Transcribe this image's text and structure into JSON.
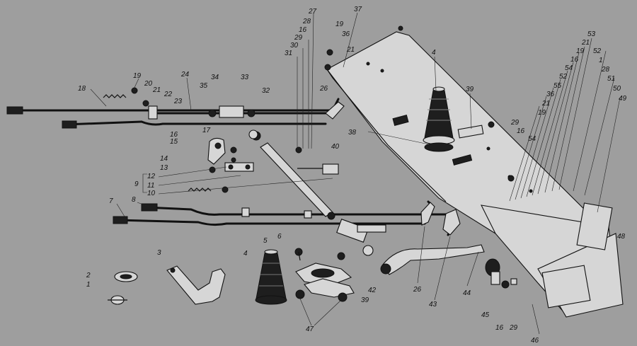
{
  "labels": [
    {
      "t": "1"
    },
    {
      "t": "2"
    },
    {
      "t": "3"
    },
    {
      "t": "4"
    },
    {
      "t": "5"
    },
    {
      "t": "6"
    },
    {
      "t": "7"
    },
    {
      "t": "8"
    },
    {
      "t": "9"
    },
    {
      "t": "10"
    },
    {
      "t": "11"
    },
    {
      "t": "12"
    },
    {
      "t": "13"
    },
    {
      "t": "14"
    },
    {
      "t": "15"
    },
    {
      "t": "16"
    },
    {
      "t": "17"
    },
    {
      "t": "18"
    },
    {
      "t": "19"
    },
    {
      "t": "20"
    },
    {
      "t": "21"
    },
    {
      "t": "22"
    },
    {
      "t": "23"
    },
    {
      "t": "24"
    },
    {
      "t": "35"
    },
    {
      "t": "34"
    },
    {
      "t": "33"
    },
    {
      "t": "32"
    },
    {
      "t": "31"
    },
    {
      "t": "30"
    },
    {
      "t": "29"
    },
    {
      "t": "16"
    },
    {
      "t": "28"
    },
    {
      "t": "27"
    },
    {
      "t": "26"
    },
    {
      "t": "19"
    },
    {
      "t": "36"
    },
    {
      "t": "21"
    },
    {
      "t": "37"
    },
    {
      "t": "4"
    },
    {
      "t": "39"
    },
    {
      "t": "29"
    },
    {
      "t": "16"
    },
    {
      "t": "38"
    },
    {
      "t": "54"
    },
    {
      "t": "40"
    },
    {
      "t": "53"
    },
    {
      "t": "21"
    },
    {
      "t": "19"
    },
    {
      "t": "52"
    },
    {
      "t": "16"
    },
    {
      "t": "1"
    },
    {
      "t": "54"
    },
    {
      "t": "28"
    },
    {
      "t": "52"
    },
    {
      "t": "51"
    },
    {
      "t": "55"
    },
    {
      "t": "50"
    },
    {
      "t": "36"
    },
    {
      "t": "49"
    },
    {
      "t": "21"
    },
    {
      "t": "19"
    },
    {
      "t": "48"
    },
    {
      "t": "42"
    },
    {
      "t": "39"
    },
    {
      "t": "47"
    },
    {
      "t": "26"
    },
    {
      "t": "43"
    },
    {
      "t": "44"
    },
    {
      "t": "45"
    },
    {
      "t": "16"
    },
    {
      "t": "29"
    },
    {
      "t": "46"
    }
  ]
}
